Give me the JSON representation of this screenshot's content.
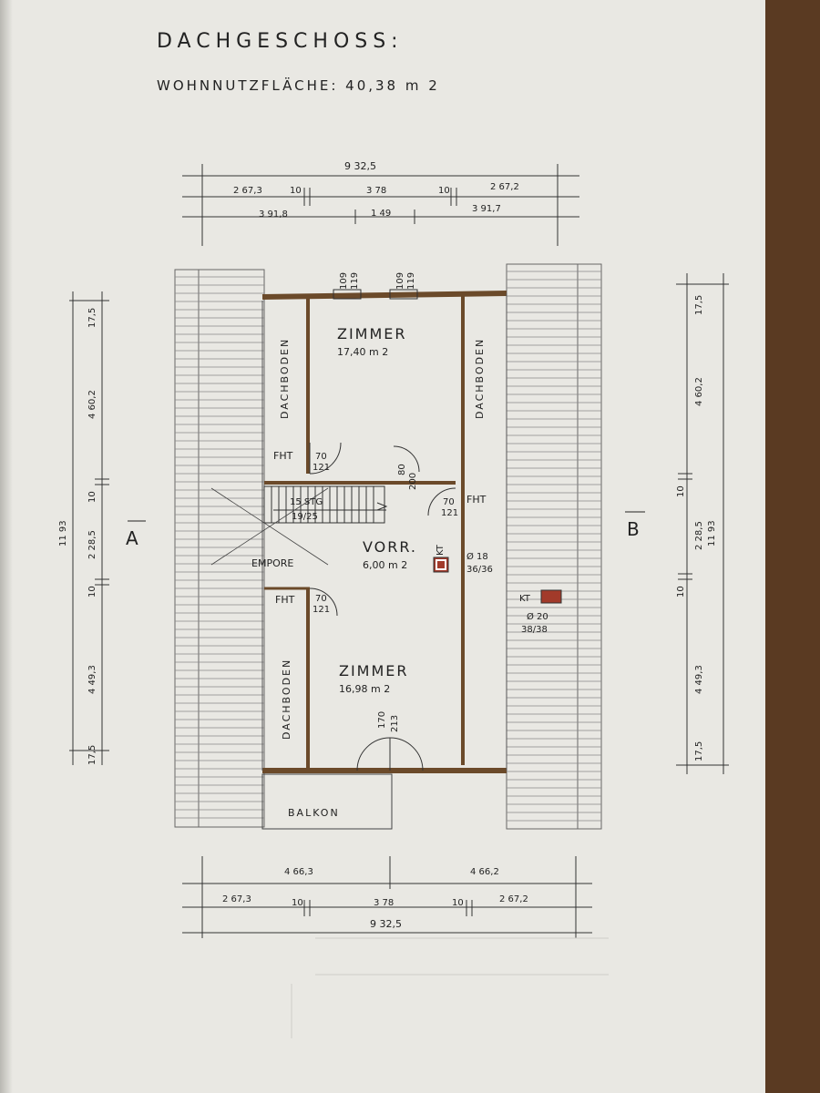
{
  "plan": {
    "title": "DACHGESCHOSS:",
    "area_line": "WOHNNUTZFLÄCHE:  40,38 m 2",
    "rooms": {
      "zimmer_top_name": "ZIMMER",
      "zimmer_top_area": "17,40 m 2",
      "zimmer_bottom_name": "ZIMMER",
      "zimmer_bottom_area": "16,98 m 2",
      "vorr_name": "VORR.",
      "vorr_area": "6,00 m 2",
      "dachboden_left_top": "DACHBODEN",
      "dachboden_left_bottom": "DACHBODEN",
      "dachboden_right": "DACHBODEN",
      "empore": "EMPORE",
      "balkon": "BALKON"
    },
    "labels": {
      "fht_1": "FHT",
      "fht_2": "FHT",
      "fht_3": "FHT",
      "door_70_a": "70",
      "door_121_a": "121",
      "door_70_b": "70",
      "door_121_b": "121",
      "door_70_c": "70",
      "door_121_c": "121",
      "door_80": "80",
      "door_200": "200",
      "stairs_1": "15 STG",
      "stairs_2": "19/25",
      "kt_vorr": "KT",
      "chimney_1": "Ø 18",
      "chimney_2": "36/36",
      "kt_right": "KT",
      "chimney_3": "Ø 20",
      "chimney_4": "38/38",
      "win_109_a": "109",
      "win_119_a": "119",
      "win_109_b": "109",
      "win_119_b": "119",
      "win_170": "170",
      "win_213": "213",
      "section_a": "A",
      "section_b": "B"
    },
    "dims_top": {
      "total": "9 32,5",
      "left": "2 67,3",
      "left_10": "10",
      "mid": "3 78",
      "right_10": "10",
      "right": "2 67,2",
      "left_outer": "3 91,8",
      "center": "1 49",
      "right_outer": "3 91,7"
    },
    "dims_bottom": {
      "left_outer": "4 66,3",
      "right_outer": "4 66,2",
      "left": "2 67,3",
      "left_10": "10",
      "mid": "3 78",
      "right_10": "10",
      "right": "2 67,2",
      "total": "9 32,5"
    },
    "dims_left": {
      "total": "11 93",
      "d1": "17,5",
      "d2": "4 60,2",
      "d3": "10",
      "d4": "2 28,5",
      "d5": "10",
      "d6": "4 49,3",
      "d7": "17,5"
    },
    "dims_right": {
      "total": "11 93",
      "d1": "17,5",
      "d2": "4 60,2",
      "d3": "10",
      "d4": "2 28,5",
      "d5": "10",
      "d6": "4 49,3",
      "d7": "17,5"
    }
  }
}
